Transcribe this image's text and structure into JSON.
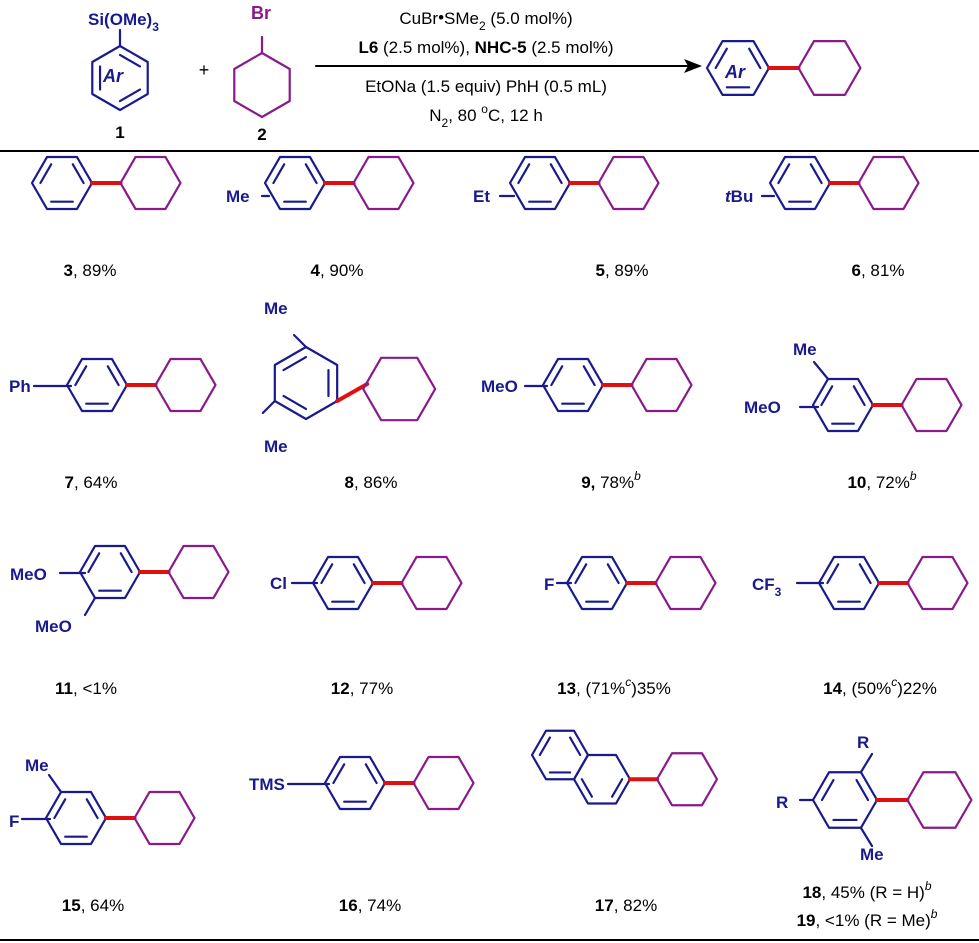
{
  "colors": {
    "aryl": "#1a1a8c",
    "cyclohexyl": "#8a1a8a",
    "new_bond": "#e01010",
    "text": "#000000"
  },
  "scheme": {
    "reactant_1": {
      "substituent": "Si(OMe)",
      "substituent_sub": "3",
      "ring_label": "Ar",
      "number": "1"
    },
    "plus": "+",
    "reactant_2": {
      "substituent": "Br",
      "number": "2"
    },
    "conditions": {
      "line1_a": "CuBr",
      "line1_b": "SMe",
      "line1_b_sub": "2",
      "line1_c": " (5.0 mol%)",
      "line2_l6": "L6",
      "line2_a": " (2.5 mol%), ",
      "line2_nhc": "NHC-5",
      "line2_b": " (2.5 mol%)",
      "line3": "EtONa (1.5 equiv) PhH (0.5 mL)",
      "line4_a": "N",
      "line4_a_sub": "2",
      "line4_b": ", 80 ",
      "line4_sup": "o",
      "line4_c": "C, 12 h"
    },
    "product_ring_label": "Ar"
  },
  "compounds": [
    {
      "id": "3",
      "num": "3",
      "text": ", 89%",
      "sup": "",
      "tail": ""
    },
    {
      "id": "4",
      "num": "4",
      "text": ",  90%",
      "sup": "",
      "tail": ""
    },
    {
      "id": "5",
      "num": "5",
      "text": ", 89%",
      "sup": "",
      "tail": ""
    },
    {
      "id": "6",
      "num": "6",
      "text": ", 81%",
      "sup": "",
      "tail": ""
    },
    {
      "id": "7",
      "num": "7",
      "text": ", 64%",
      "sup": "",
      "tail": ""
    },
    {
      "id": "8",
      "num": "8",
      "text": ", 86%",
      "sup": "",
      "tail": ""
    },
    {
      "id": "9",
      "num": "9,",
      "text": " 78%",
      "sup": "b",
      "tail": ""
    },
    {
      "id": "10",
      "num": "10",
      "text": ", 72%",
      "sup": "b",
      "tail": ""
    },
    {
      "id": "11",
      "num": "11",
      "text": ", <1%",
      "sup": "",
      "tail": ""
    },
    {
      "id": "12",
      "num": "12",
      "text": ", 77%",
      "sup": "",
      "tail": ""
    },
    {
      "id": "13",
      "num": "13",
      "text": ", (71%",
      "sup": "c",
      "tail": ")35%"
    },
    {
      "id": "14",
      "num": "14",
      "text": ", (50%",
      "sup": "c",
      "tail": ")22%"
    },
    {
      "id": "15",
      "num": "15",
      "text": ", 64%",
      "sup": "",
      "tail": ""
    },
    {
      "id": "16",
      "num": "16",
      "text": ", 74%",
      "sup": "",
      "tail": ""
    },
    {
      "id": "17",
      "num": "17",
      "text": ", 82%",
      "sup": "",
      "tail": ""
    },
    {
      "id": "18",
      "num": "18",
      "text": ", 45% (R = H)",
      "sup": "b",
      "tail": ""
    },
    {
      "id": "19",
      "num": "19",
      "text": ", <1% (R = Me)",
      "sup": "b",
      "tail": ""
    }
  ],
  "substituents": {
    "s4": "Me",
    "s5": "Et",
    "s6_italic": "t",
    "s6": "Bu",
    "s7": "Ph",
    "s8_top": "Me",
    "s8_bottom": "Me",
    "s9": "MeO",
    "s10_me": "Me",
    "s10_meo": "MeO",
    "s11_a": "MeO",
    "s11_b": "MeO",
    "s12": "Cl",
    "s13": "F",
    "s14": "CF",
    "s14_sub": "3",
    "s15_me": "Me",
    "s15_f": "F",
    "s16": "TMS",
    "s18_r_top": "R",
    "s18_r_left": "R",
    "s18_me": "Me"
  }
}
